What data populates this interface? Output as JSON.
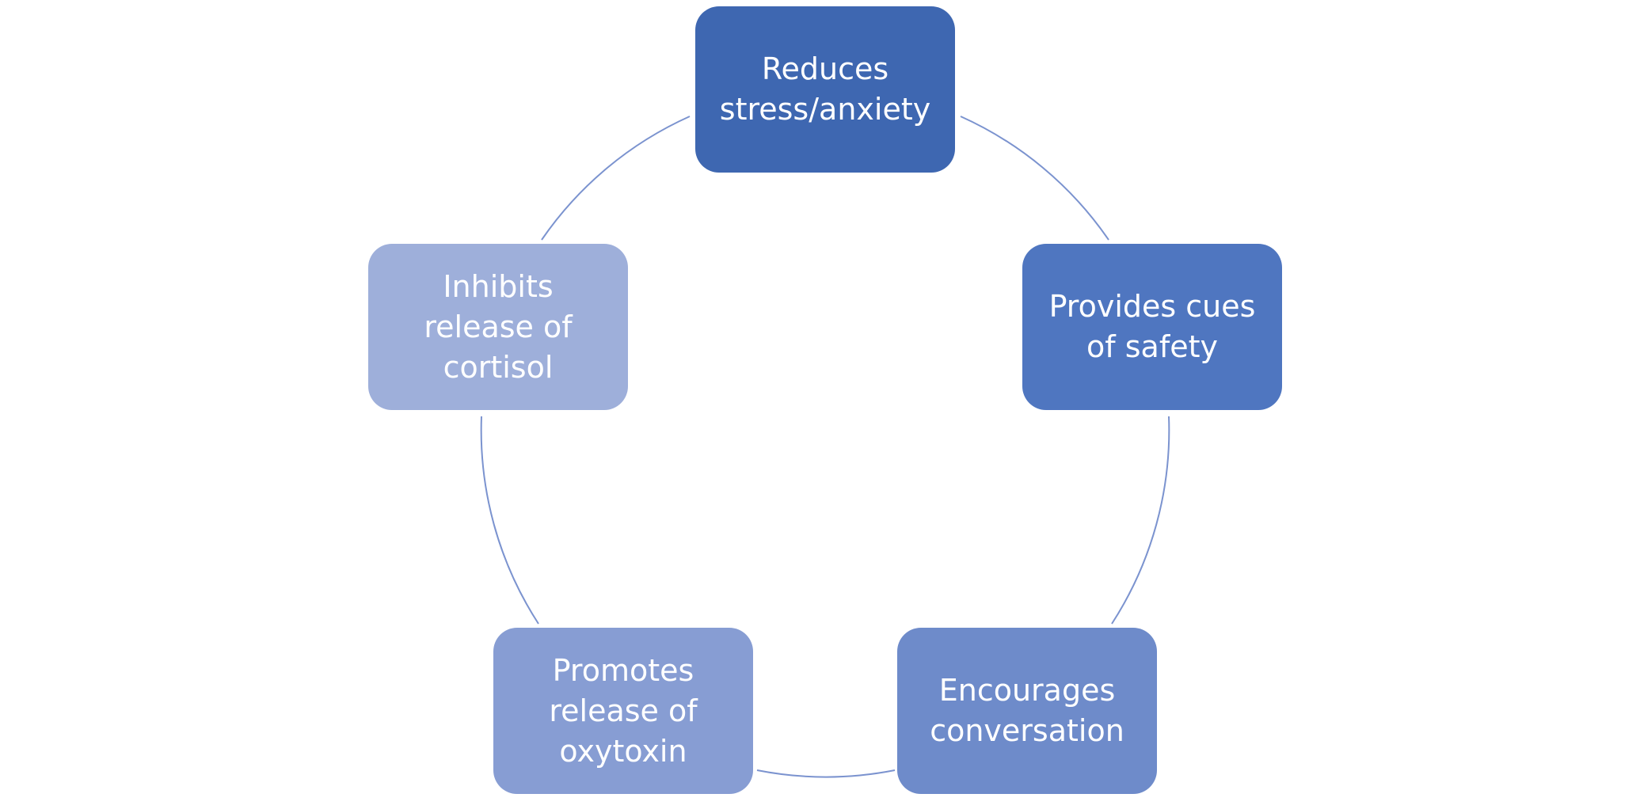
{
  "diagram": {
    "type": "cycle",
    "connector_color": "#7b93cf",
    "nodes": [
      {
        "label": "Reduces\nstress/anxiety",
        "color": "#3e67b1"
      },
      {
        "label": "Provides cues\nof safety",
        "color": "#4f76c0"
      },
      {
        "label": "Encourages\nconversation",
        "color": "#6e8bca"
      },
      {
        "label": "Promotes\nrelease of\noxytoxin",
        "color": "#879dd3"
      },
      {
        "label": "Inhibits\nrelease of\ncortisol",
        "color": "#9eafda"
      }
    ]
  }
}
